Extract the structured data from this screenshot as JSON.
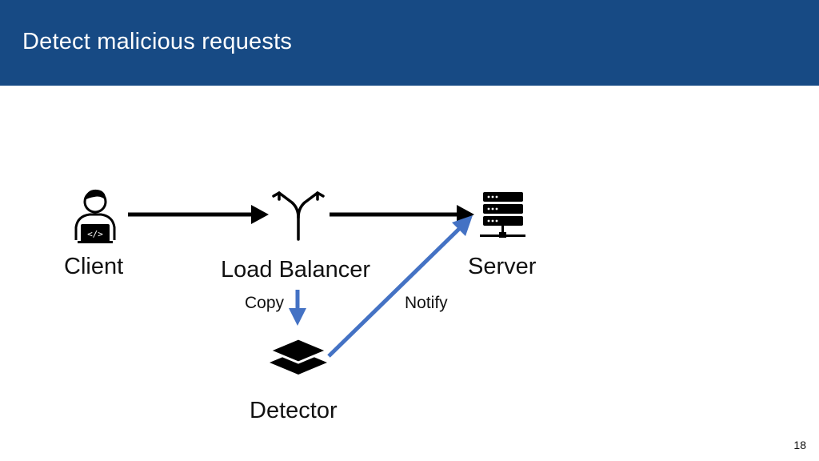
{
  "slide": {
    "title": "Detect malicious requests",
    "page_number": "18"
  },
  "nodes": {
    "client": {
      "label": "Client",
      "icon": "developer-laptop-icon"
    },
    "load_balancer": {
      "label": "Load Balancer",
      "icon": "split-arrow-icon"
    },
    "server": {
      "label": "Server",
      "icon": "server-rack-icon"
    },
    "detector": {
      "label": "Detector",
      "icon": "layers-icon"
    }
  },
  "edges": {
    "client_to_lb": {
      "color": "#000000"
    },
    "lb_to_server": {
      "color": "#000000"
    },
    "copy": {
      "label": "Copy",
      "color": "#4472c4"
    },
    "notify": {
      "label": "Notify",
      "color": "#4472c4"
    }
  },
  "colors": {
    "header_bg": "#174a84",
    "header_text": "#ffffff",
    "accent_arrow": "#4472c4",
    "main_arrow": "#000000"
  }
}
